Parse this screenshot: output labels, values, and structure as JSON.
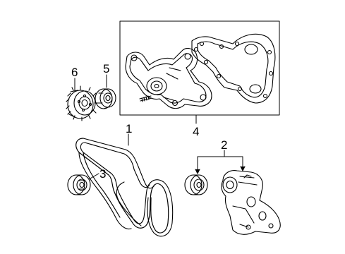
{
  "callouts": {
    "belt": "1",
    "tensioner": "2",
    "idler_pulley": "3",
    "water_pump": "4",
    "pulley": "5",
    "fan_clutch": "6"
  },
  "colors": {
    "line": "#000000",
    "background": "#ffffff"
  },
  "icons": {
    "water_pump": "water-pump-gasket-drawing",
    "fan_clutch": "fan-clutch-drawing",
    "pulley": "pump-pulley-drawing",
    "belt": "serpentine-belt-drawing",
    "idler": "idler-pulley-drawing",
    "tensioner": "belt-tensioner-drawing"
  }
}
